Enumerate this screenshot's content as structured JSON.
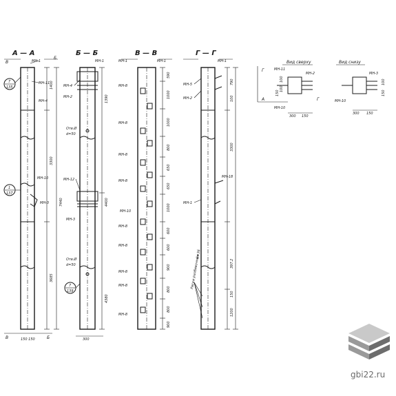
{
  "views": {
    "aa": {
      "title": "А — А",
      "left_mark": "В",
      "right_mark": "Б",
      "bottom_left": "В",
      "bottom_right": "Б",
      "bottom_dim": "150 150",
      "labels": [
        "МН-1",
        "МН-11",
        "МН-4",
        "МН-10",
        "МН-3"
      ],
      "dims": [
        "1400",
        "3300",
        "7440",
        "3685"
      ],
      "callouts": [
        {
          "top": "7",
          "bottom": "135"
        },
        {
          "top": "1",
          "bottom": "137"
        }
      ]
    },
    "bb": {
      "title": "Б — Б",
      "bottom_dim": "300",
      "labels": [
        "МН-1",
        "МН-4",
        "МН-2",
        "Отв.Ø",
        "d=50",
        "МН-12",
        "МН-3",
        "Отв.Ø",
        "d=50"
      ],
      "dims": [
        "1390",
        "4400",
        "4380"
      ],
      "callouts": [
        {
          "top": "7",
          "bottom": "139"
        }
      ]
    },
    "vv": {
      "title": "В — В",
      "labels": [
        "МН-1",
        "МН-1",
        "МН-8",
        "МН-8",
        "МН-8",
        "МН-8",
        "МН-10",
        "МН-8",
        "МН-8",
        "МН-8",
        "МН-8",
        "МН-8"
      ],
      "dims": [
        "590",
        "1000",
        "1000",
        "800",
        "650",
        "650",
        "1000",
        "600",
        "600",
        "900",
        "800",
        "800",
        "900"
      ]
    },
    "gg": {
      "title": "Г — Г",
      "labels": [
        "МН-1",
        "МН-5",
        "МН-2",
        "МН-18",
        "МН-1"
      ],
      "dims": [
        "790",
        "100",
        "3300",
        "397.2",
        "150",
        "1200"
      ],
      "vertical_note": "Риски разбивочные",
      "vertical_note_2": "6=36"
    },
    "top_view": {
      "title": "Вид сверху",
      "labels": [
        "МН-11",
        "МН-2",
        "МН-10",
        "А",
        "Г"
      ],
      "dims": [
        "300",
        "150",
        "100",
        "100",
        "150"
      ],
      "mark": "Г"
    },
    "bottom_view": {
      "title": "Вид снизу",
      "labels": [
        "МН-3",
        "МН-10"
      ],
      "dims": [
        "300",
        "150",
        "100",
        "150"
      ]
    }
  },
  "watermark": "gbi22.ru",
  "logo_colors": [
    "#c9c9c9",
    "#9a9a9a",
    "#6d6d6d"
  ]
}
